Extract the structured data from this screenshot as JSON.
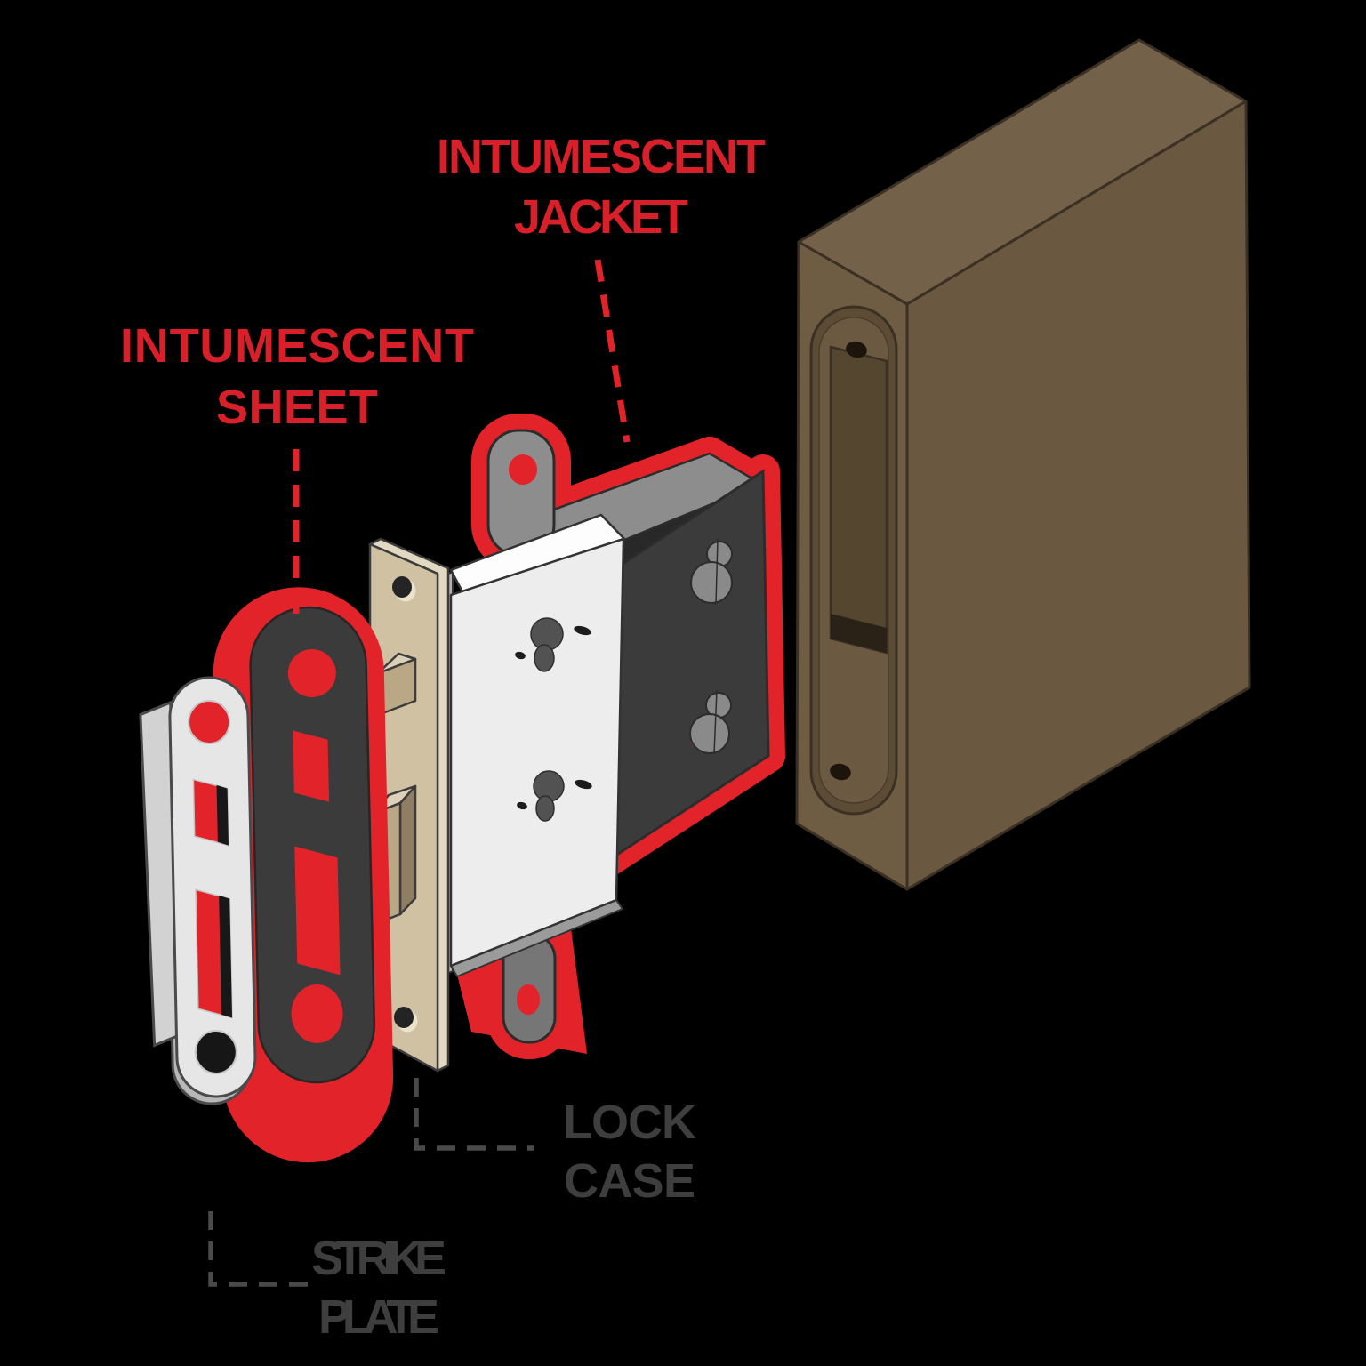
{
  "labels": {
    "intumescent_jacket": {
      "line1": "INTUMESCENT",
      "line2": "JACKET"
    },
    "intumescent_sheet": {
      "line1": "INTUMESCENT",
      "line2": "SHEET"
    },
    "lock_case": {
      "line1": "LOCK",
      "line2": "CASE"
    },
    "strike_plate": {
      "line1": "STRIKE",
      "line2": "PLATE"
    }
  },
  "parts_labelled": [
    "INTUMESCENT JACKET",
    "INTUMESCENT SHEET",
    "LOCK CASE",
    "STRIKE PLATE"
  ],
  "colors": {
    "bg": "#000000",
    "red": "#e22329",
    "label-red": "#d8202a",
    "label-gray": "#3e3e3e",
    "leader-gray": "#4a4a4a",
    "charcoal": "#3b3b3b",
    "charcoal-dark": "#282828",
    "outline-dark": "#2c2c2c",
    "gray-metal": "#8d8d8d",
    "gray-inner": "#8a8a8a",
    "tab-gray-dark": "#767676",
    "keyhole-gray": "#525252",
    "plate-white": "#e6e6e6",
    "plate-edge": "#b8b8b8",
    "plate-flange": "#d2d2d2",
    "plate-outline": "#4a4a4a",
    "case-white": "#ededed",
    "case-top": "#fdfdfd",
    "case-front": "#b2b2b2",
    "case-bottom": "#9b9b9b",
    "beige": "#cfc1a1",
    "beige-light": "#e3d9c2",
    "beige-outline": "#3c3c3c",
    "bolt-tan": "#b9a785",
    "bolt-light": "#dbd0b8",
    "bolt-dark": "#8f7e63",
    "door-right": "#6a5940",
    "door-left": "#6f5d43",
    "door-top": "#73614a",
    "door-outline": "#3a3023",
    "door-recess": "#5c4b35",
    "door-floor": "#6b5941",
    "cavity": "#55462f",
    "cavity-dark": "#2b2217",
    "screw-dark": "#1d150c",
    "hole-dark": "#161616"
  }
}
